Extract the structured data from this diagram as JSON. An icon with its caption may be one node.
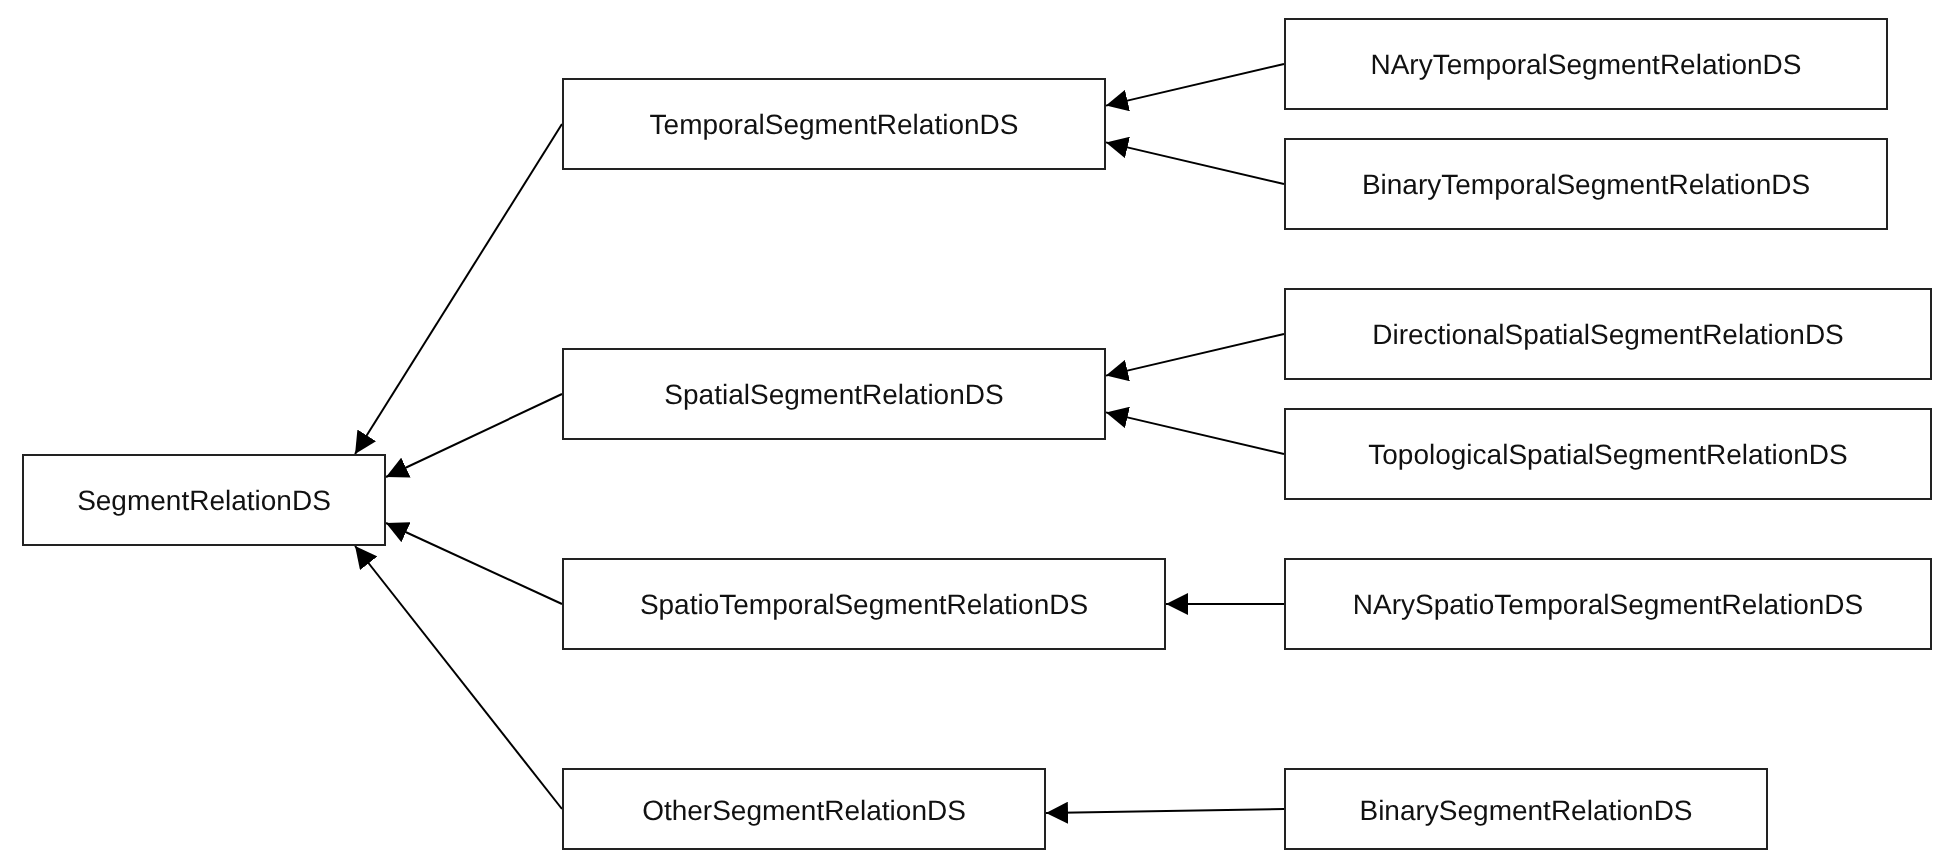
{
  "diagram": {
    "nodes": [
      {
        "text": [
          "SegmentRelationDS"
        ]
      },
      {
        "text": [
          "TemporalSegmentRelationDS"
        ]
      },
      {
        "text": [
          "SpatialSegmentRelationDS"
        ]
      },
      {
        "text": [
          "SpatioTemporalSegmentRelationDS"
        ]
      },
      {
        "text": [
          "OtherSegmentRelationDS"
        ]
      },
      {
        "text": [
          "NAryTemporalSegmentRelationDS"
        ]
      },
      {
        "text": [
          "BinaryTemporalSegmentRelationDS"
        ]
      },
      {
        "text": [
          "DirectionalSpatialSegmentRelationDS"
        ]
      },
      {
        "text": [
          "TopologicalSpatialSegmentRelationDS"
        ]
      },
      {
        "text": [
          "NArySpatioTemporalSegmentRelationDS"
        ]
      },
      {
        "text": [
          "BinarySegmentRelationDS"
        ]
      }
    ],
    "edges": [
      {
        "from": 1,
        "to": 0,
        "arrow": "to"
      },
      {
        "from": 2,
        "to": 0,
        "arrow": "to"
      },
      {
        "from": 3,
        "to": 0,
        "arrow": "to"
      },
      {
        "from": 4,
        "to": 0,
        "arrow": "to"
      },
      {
        "from": 5,
        "to": 1,
        "arrow": "to"
      },
      {
        "from": 6,
        "to": 1,
        "arrow": "to"
      },
      {
        "from": 7,
        "to": 2,
        "arrow": "to"
      },
      {
        "from": 8,
        "to": 2,
        "arrow": "to"
      },
      {
        "from": 9,
        "to": 3,
        "arrow": "to"
      },
      {
        "from": 10,
        "to": 4,
        "arrow": "to"
      }
    ]
  }
}
